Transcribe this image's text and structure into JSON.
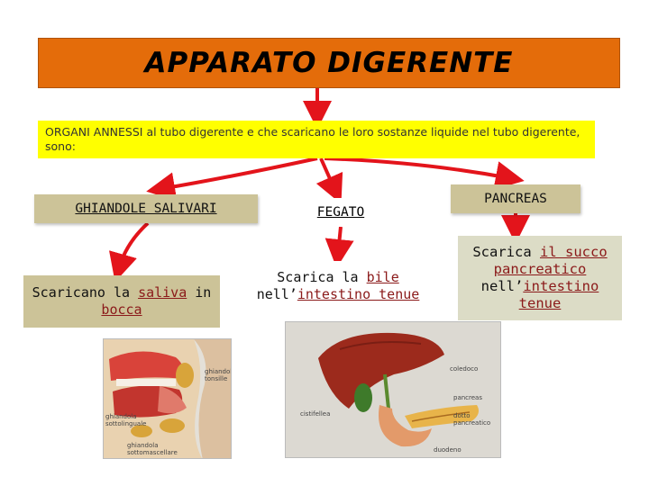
{
  "title": "APPARATO DIGERENTE",
  "intro": "ORGANI ANNESSI al tubo digerente e che scaricano le loro sostanze liquide nel tubo digerente, sono:",
  "organs": {
    "ghiandole": "GHIANDOLE SALIVARI",
    "fegato": "FEGATO",
    "pancreas": "PANCREAS"
  },
  "descriptions": {
    "saliva": {
      "pre": "Scaricano la ",
      "kw1": "saliva",
      "mid": " in ",
      "kw2": "bocca"
    },
    "bile": {
      "pre": "Scarica la ",
      "kw1": "bile",
      "mid": " nell’",
      "kw2": "intestino tenue"
    },
    "succo": {
      "pre": "Scarica ",
      "kw1": "il succo pancreatico",
      "mid": " nell’",
      "kw2": "intestino tenue"
    }
  },
  "image_labels": {
    "mouth": [
      "ghiandole",
      "tonsille",
      "ghiandola",
      "sottolinguale",
      "ghiandola",
      "sottomascellare"
    ],
    "liver": [
      "coledoco",
      "pancreas",
      "cistifellea",
      "dotto",
      "pancreatico",
      "duodeno"
    ]
  },
  "colors": {
    "title_bg": "#e46c0a",
    "intro_bg": "#ffff00",
    "node_bg": "#ccc398",
    "arrow": "#e3141b"
  }
}
